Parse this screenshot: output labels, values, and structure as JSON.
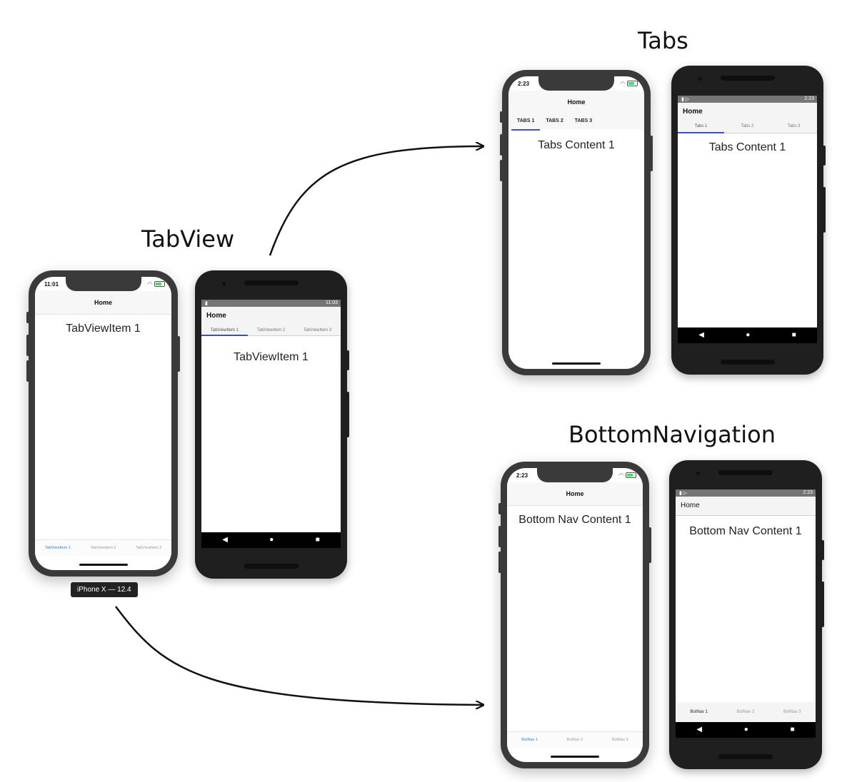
{
  "titles": {
    "tabview": "TabView",
    "tabs": "Tabs",
    "bottom_navigation": "BottomNavigation"
  },
  "tabview_ios": {
    "time": "11:01",
    "nav_title": "Home",
    "content": "TabViewItem 1",
    "tabs": [
      "TabViewItem 1",
      "TabViewItem 2",
      "TabViewItem 3"
    ],
    "device_label": "iPhone X — 12.4",
    "active_color": "#2f7fd6"
  },
  "tabview_android": {
    "time": "11:03",
    "app_title": "Home",
    "tabs": [
      "TabViewItem 1",
      "TabViewItem 2",
      "TabViewItem 3"
    ],
    "content": "TabViewItem 1",
    "indicator_color": "#3f51b5"
  },
  "tabs_ios": {
    "time": "2:23",
    "nav_title": "Home",
    "tabs": [
      "TABS 1",
      "TABS 2",
      "TABS 3"
    ],
    "content": "Tabs Content 1"
  },
  "tabs_android": {
    "time": "2:23",
    "app_title": "Home",
    "tabs": [
      "Tabs 1",
      "Tabs 2",
      "Tabs 3"
    ],
    "content": "Tabs Content 1"
  },
  "bottomnav_ios": {
    "time": "2:23",
    "nav_title": "Home",
    "content": "Bottom Nav Content 1",
    "tabs": [
      "BotNav 1",
      "BotNav 2",
      "BotNav 3"
    ]
  },
  "bottomnav_android": {
    "time": "2:23",
    "app_title": "Home",
    "content": "Bottom Nav Content 1",
    "tabs": [
      "BotNav 1",
      "BotNav 2",
      "BotNav 3"
    ]
  },
  "android_nav_icons": {
    "back": "◀",
    "home": "●",
    "recents": "■"
  }
}
